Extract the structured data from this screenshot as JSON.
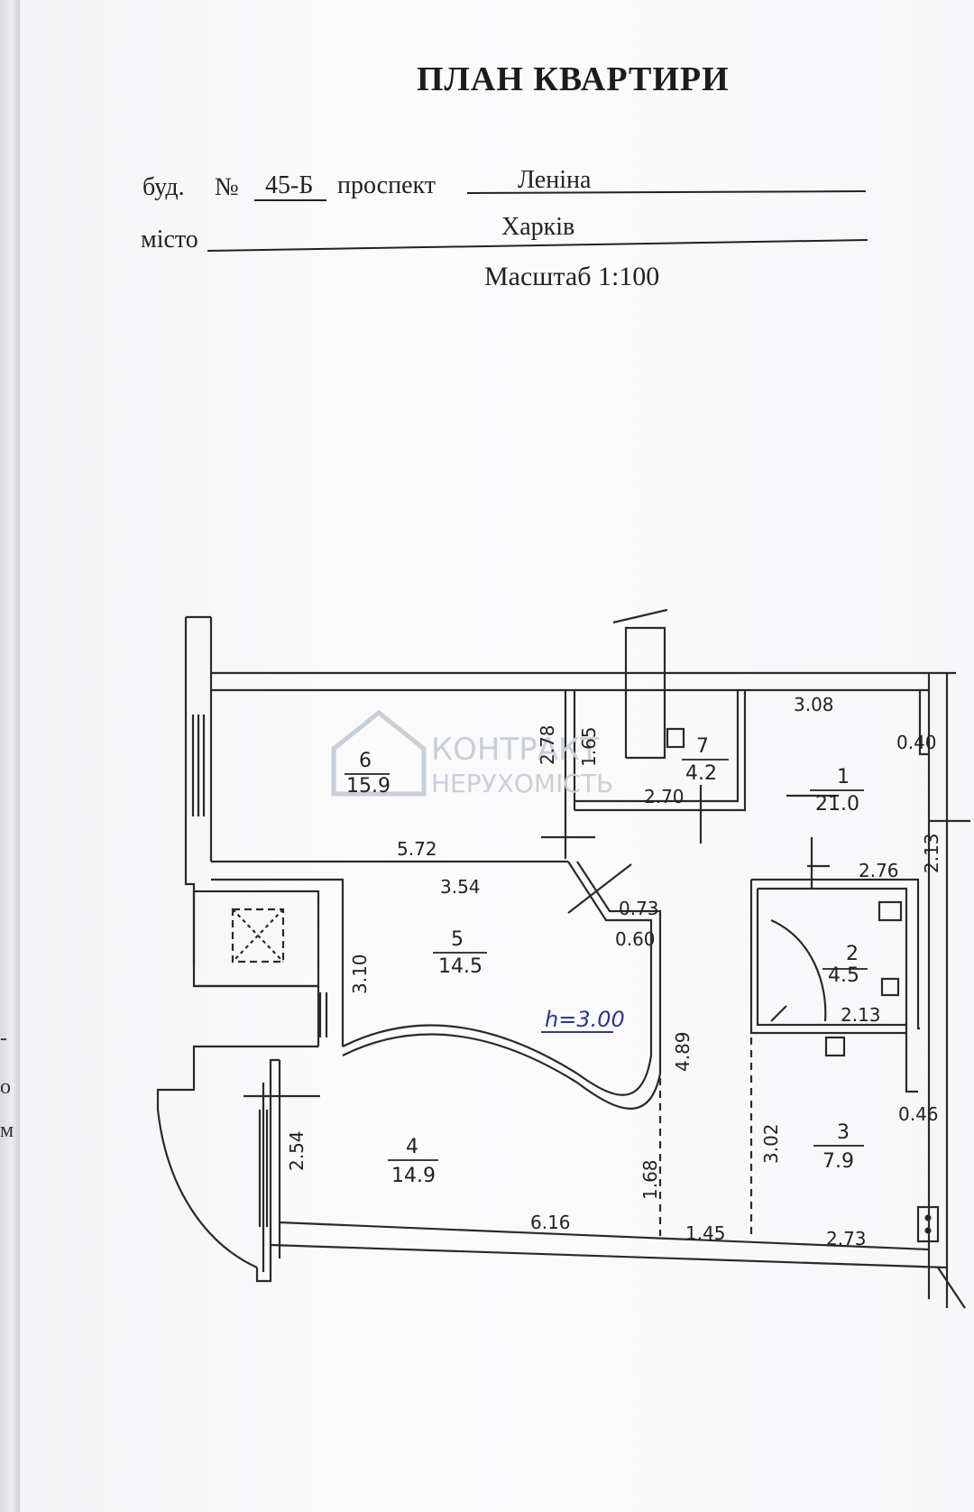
{
  "document": {
    "title": "ПЛАН КВАРТИРИ",
    "building_label": "буд.",
    "number_sign": "№",
    "building_number": "45-Б",
    "street_type": "проспект",
    "street_name": "Леніна",
    "city_label": "місто",
    "city": "Харків",
    "scale": "Масштаб 1:100"
  },
  "edge_marks": [
    "-",
    "о",
    "м"
  ],
  "watermark": {
    "line1": "КОНТРАКТ",
    "line2": "НЕРУХОМІСТЬ"
  },
  "floorplan": {
    "ceiling_height": "h=3.00",
    "rooms": [
      {
        "number": "1",
        "area": "21.0"
      },
      {
        "number": "2",
        "area": "4.5"
      },
      {
        "number": "3",
        "area": "7.9"
      },
      {
        "number": "4",
        "area": "14.9"
      },
      {
        "number": "5",
        "area": "14.5"
      },
      {
        "number": "6",
        "area": "15.9"
      },
      {
        "number": "7",
        "area": "4.2"
      }
    ],
    "dimensions": [
      "3.08",
      "0.40",
      "2.13",
      "2.78",
      "1.65",
      "2.70",
      "5.72",
      "3.54",
      "0.73",
      "0.60",
      "2.76",
      "3.10",
      "2.13",
      "4.89",
      "0.46",
      "3.02",
      "2.54",
      "1.68",
      "6.16",
      "1.45",
      "2.73"
    ]
  }
}
